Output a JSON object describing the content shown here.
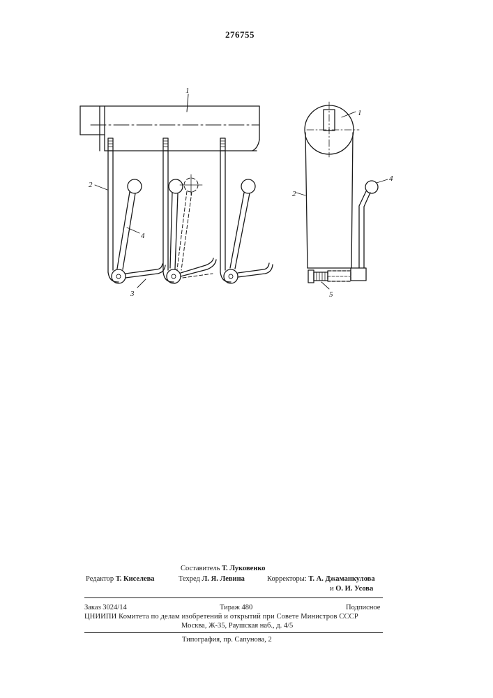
{
  "document": {
    "patent_number": "276755",
    "figure_labels": {
      "left": {
        "part_1": "1",
        "part_2": "2",
        "part_3": "3",
        "part_4": "4"
      },
      "right": {
        "part_1": "1",
        "part_2": "2",
        "part_4": "4",
        "part_5": "5"
      }
    },
    "colophon": {
      "compiler_label": "Составитель",
      "compiler_name": "Т. Луковенко",
      "editor_label": "Редактор",
      "editor_name": "Т. Киселева",
      "techred_label": "Техред",
      "techred_name": "Л. Я. Левина",
      "correctors_label": "Корректоры:",
      "corrector_1": "Т. А. Джаманкулова",
      "corrector_2_prefix": "и",
      "corrector_2": "О. И. Усова",
      "order": "Заказ 3024/14",
      "print_run": "Тираж 480",
      "subscription": "Подписное",
      "institute_line": "ЦНИИПИ Комитета по делам изобретений и открытий при Совете Министров СССР",
      "address_line": "Москва, Ж-35, Раушская наб., д. 4/5",
      "printing_house": "Типография, пр. Сапунова, 2"
    }
  }
}
